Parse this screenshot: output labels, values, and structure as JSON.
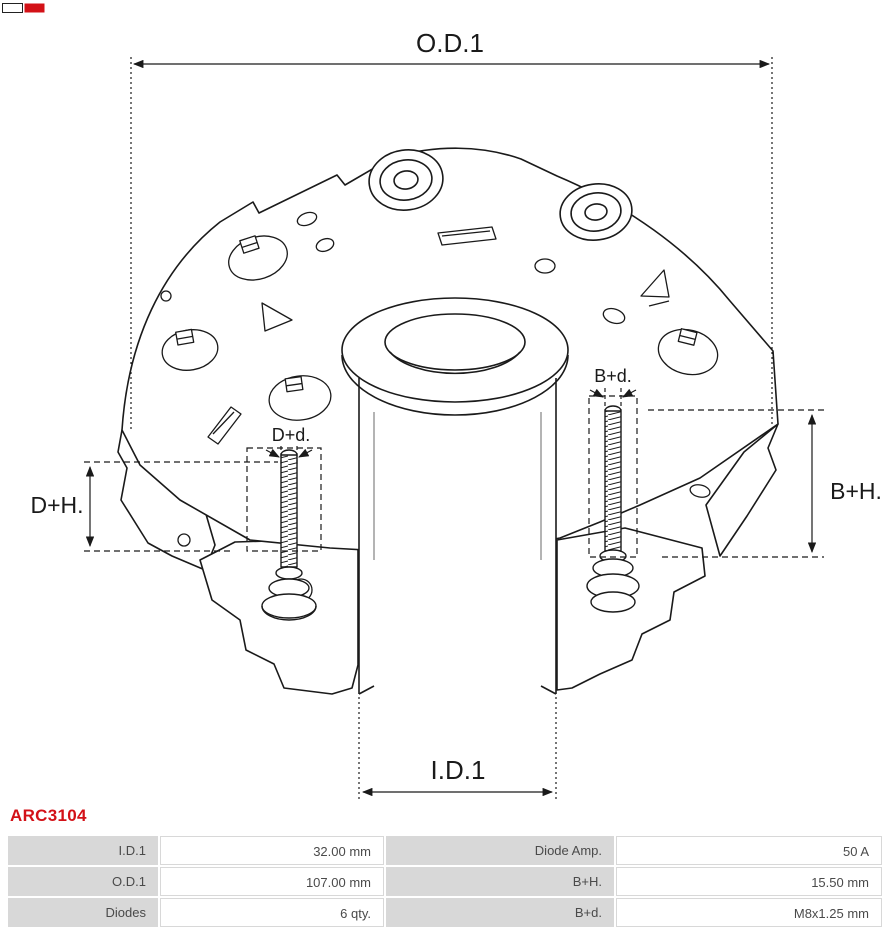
{
  "page": {
    "part_number": "ARC3104"
  },
  "drawing": {
    "alt": "Technical line drawing of an alternator rectifier bridge with dimension annotations",
    "labels": {
      "od1": "O.D.1",
      "id1": "I.D.1",
      "dplus_h": "D+H.",
      "bplus_h": "B+H.",
      "dplus_d": "D+d.",
      "bplus_d": "B+d."
    }
  },
  "table": {
    "rows": [
      [
        "I.D.1",
        "32.00 mm",
        "Diode Amp.",
        "50 A"
      ],
      [
        "O.D.1",
        "107.00 mm",
        "B+H.",
        "15.50 mm"
      ],
      [
        "Diodes",
        "6 qty.",
        "B+d.",
        "M8x1.25 mm"
      ]
    ]
  },
  "colors": {
    "accent_red": "#d31117",
    "table_label_bg": "#d8d8d8",
    "line": "#1a1a1a"
  }
}
